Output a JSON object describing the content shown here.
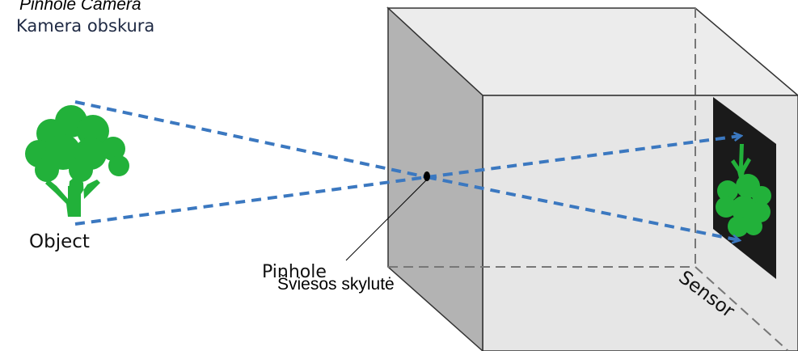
{
  "titles": {
    "english": "Pinhole Camera",
    "lithuanian": "Kamera obskura"
  },
  "labels": {
    "object": "Object",
    "pinhole": "Pinhole",
    "pinhole_lt": "Šviesos skylutė",
    "sensor": "Sensor"
  },
  "colors": {
    "ray": "#3b78c0",
    "tree": "#22b13a",
    "box_side": "#b3b3b3",
    "box_face": "#e6e6e6",
    "box_top": "#ececec",
    "sensor": "#1a1a1a"
  },
  "icons": {
    "object": "tree-icon",
    "image": "inverted-tree-icon"
  }
}
